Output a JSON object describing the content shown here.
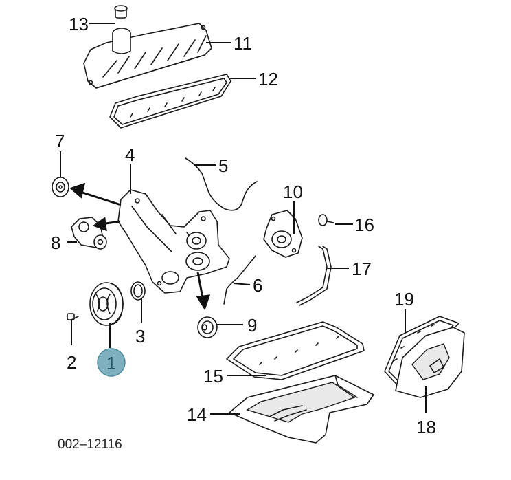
{
  "diagram": {
    "reference_code": "002–12116",
    "highlight_color": "#7fb0bf",
    "callouts": [
      {
        "id": "1",
        "label": "1",
        "highlighted": true
      },
      {
        "id": "2",
        "label": "2"
      },
      {
        "id": "3",
        "label": "3"
      },
      {
        "id": "4",
        "label": "4"
      },
      {
        "id": "5",
        "label": "5"
      },
      {
        "id": "6",
        "label": "6"
      },
      {
        "id": "7",
        "label": "7"
      },
      {
        "id": "8",
        "label": "8"
      },
      {
        "id": "9",
        "label": "9"
      },
      {
        "id": "10",
        "label": "10"
      },
      {
        "id": "11",
        "label": "11"
      },
      {
        "id": "12",
        "label": "12"
      },
      {
        "id": "13",
        "label": "13"
      },
      {
        "id": "14",
        "label": "14"
      },
      {
        "id": "15",
        "label": "15"
      },
      {
        "id": "16",
        "label": "16"
      },
      {
        "id": "17",
        "label": "17"
      },
      {
        "id": "18",
        "label": "18"
      },
      {
        "id": "19",
        "label": "19"
      }
    ]
  }
}
